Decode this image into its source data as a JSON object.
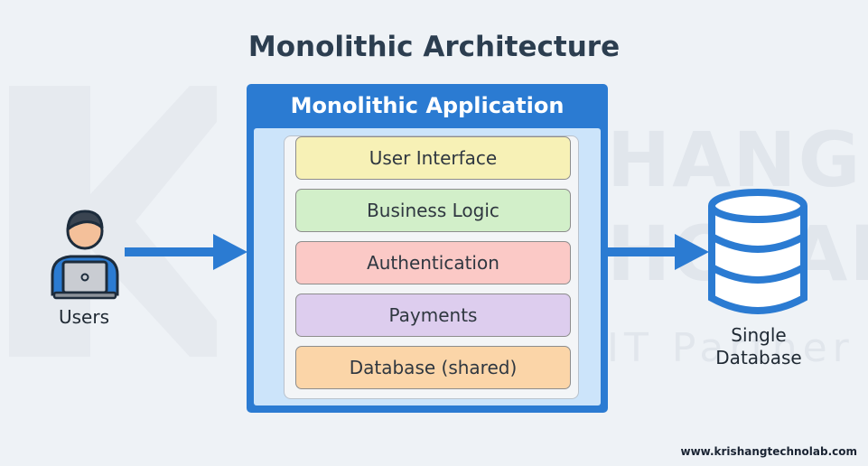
{
  "title": "Monolithic Architecture",
  "app": {
    "title": "Monolithic Application",
    "layers": [
      {
        "label": "User Interface",
        "fill": "#f7f1b6"
      },
      {
        "label": "Business Logic",
        "fill": "#d2efc9"
      },
      {
        "label": "Authentication",
        "fill": "#fbc9c6"
      },
      {
        "label": "Payments",
        "fill": "#ddcdee"
      },
      {
        "label": "Database (shared)",
        "fill": "#fbd5a8"
      }
    ]
  },
  "users": {
    "label": "Users",
    "icon": "user-laptop-icon"
  },
  "database": {
    "label_line1": "Single",
    "label_line2": "Database",
    "icon": "database-icon"
  },
  "watermark": {
    "line1": "HANG",
    "line2": "HOLAB",
    "line3": "IT Partner"
  },
  "footer": {
    "url": "www.krishangtechnolab.com"
  },
  "colors": {
    "accent": "#2b7bd2",
    "inner_panel": "#cce4fa",
    "title": "#2c3e50",
    "background": "#eef2f6"
  }
}
